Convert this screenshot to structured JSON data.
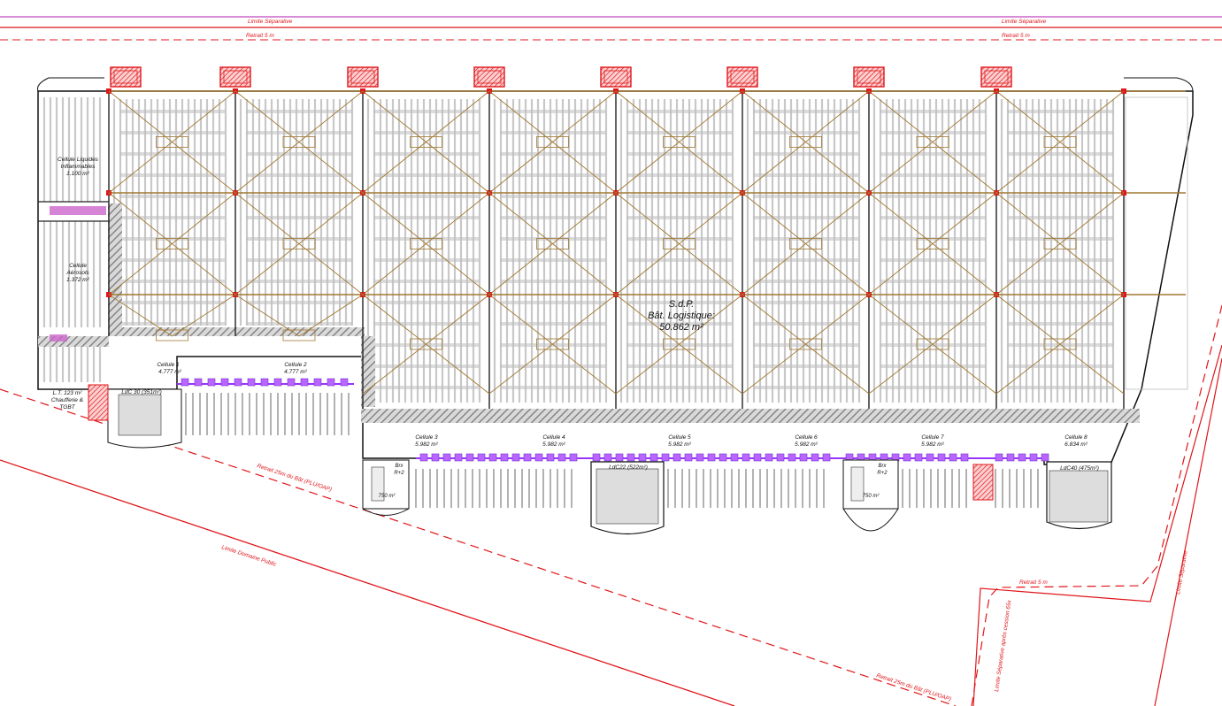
{
  "boundary_labels": {
    "limite_separative_left": "Limite Séparative",
    "limite_separative_right": "Limite Séparative",
    "retrait_top_left": "Retrait 5 m",
    "retrait_top_right": "Retrait 5 m",
    "retrait_25m_left": "Retrait 25m du Bât (PLU/OAP)",
    "retrait_25m_right": "Retrait 25m du Bât (PLU/OAP)",
    "limite_domaine_public": "Limite Domaine Public",
    "retrait_right": "Retrait 5 m",
    "limite_separative_vertical": "Limite Séparative",
    "limite_separative_cession": "Limite Séparative après cession 65x"
  },
  "building": {
    "sdp_line1": "S.d.P.",
    "sdp_line2": "Bât. Logistique:",
    "sdp_line3": "50.862 m²"
  },
  "side_cells": [
    {
      "lines": [
        "Cellule Liquides",
        "Inflammables",
        "1.100 m²"
      ]
    },
    {
      "lines": [
        "Cellule",
        "Aérosols",
        "1.372 m²"
      ]
    },
    {
      "lines": [
        "L.T. 123 m²",
        "Chaufferie &",
        "TGBT"
      ]
    }
  ],
  "cells": [
    {
      "name": "Cellule 1",
      "area": "4.777 m²"
    },
    {
      "name": "Cellule 2",
      "area": "4.777 m²"
    },
    {
      "name": "Cellule 3",
      "area": "5.982 m²"
    },
    {
      "name": "Cellule 4",
      "area": "5.982 m²"
    },
    {
      "name": "Cellule 5",
      "area": "5.982 m²"
    },
    {
      "name": "Cellule 6",
      "area": "5.982 m²"
    },
    {
      "name": "Cellule 7",
      "area": "5.982 m²"
    },
    {
      "name": "Cellule 8",
      "area": "6.834 m²"
    }
  ],
  "annexes": {
    "ldc30": "LdC 30 (351m²)",
    "ldc22": "LdC22 (522m²)",
    "ldc40": "LdC40 (475m²)",
    "office_left_line1": "Brx",
    "office_left_line2": "R+2",
    "office_left_area": "750 m²",
    "office_right_line1": "Brx",
    "office_right_line2": "R+2",
    "office_right_area": "750 m²"
  },
  "colors": {
    "boundary_red": "#e0161b",
    "purple_line": "#cc66cc",
    "truss_brown": "#a07832",
    "hatch_gray": "#888888",
    "dock_purple": "#9933ff",
    "rack_gray": "#c8c8c8"
  }
}
